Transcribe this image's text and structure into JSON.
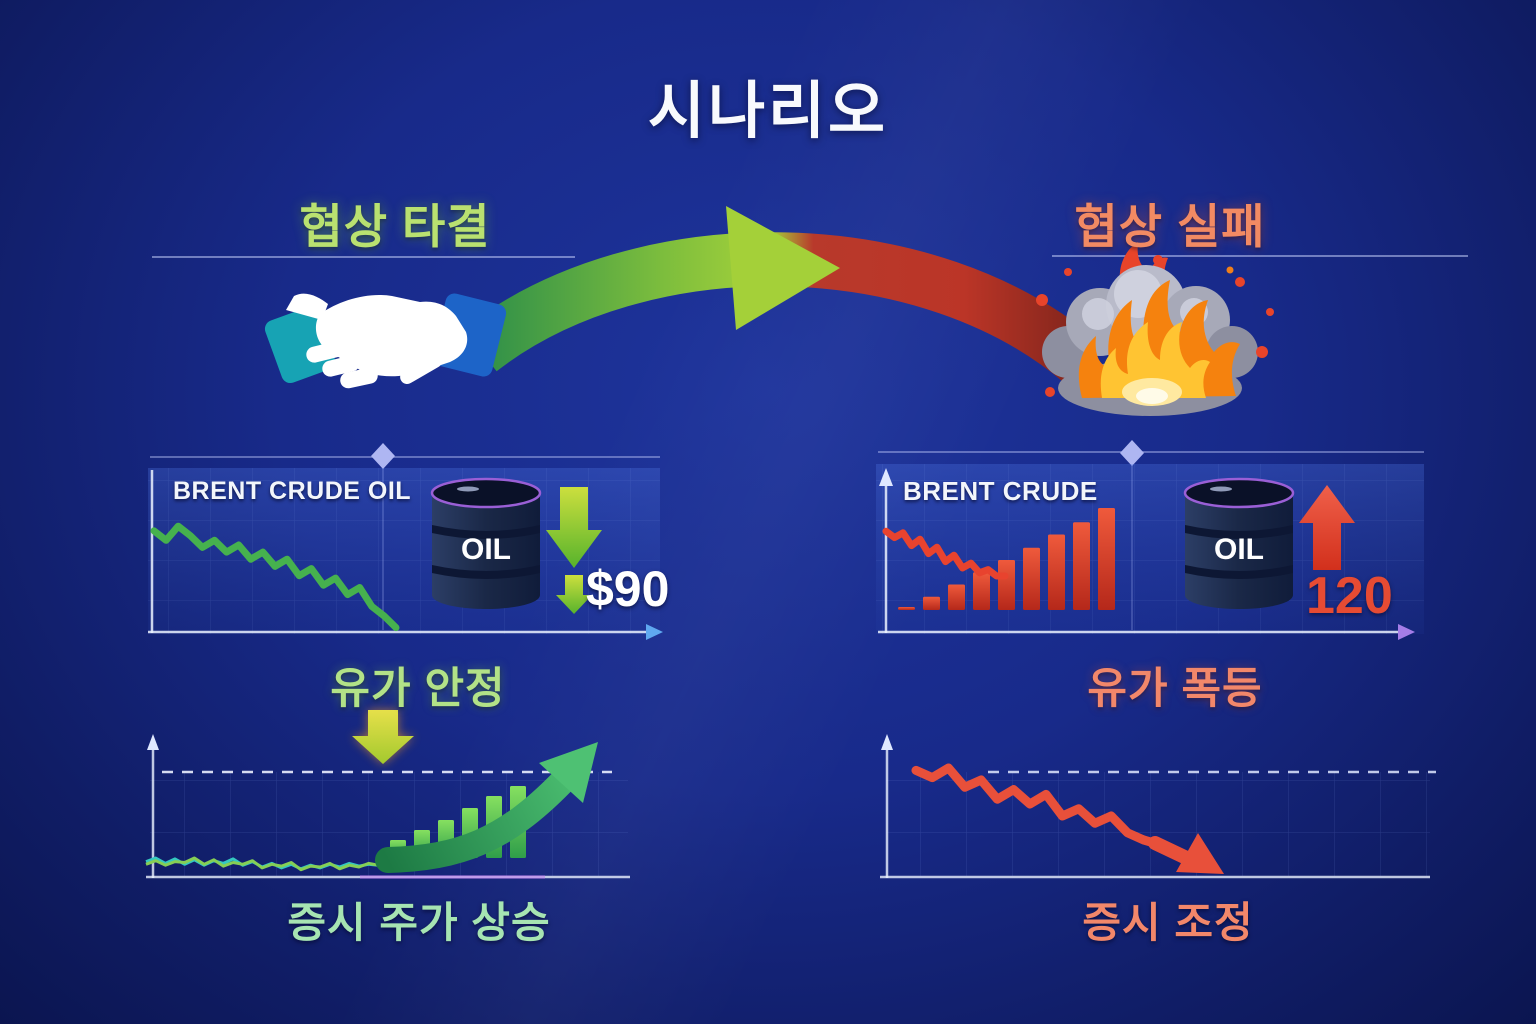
{
  "title": "시나리오",
  "left": {
    "heading": "협상 타결",
    "oil_panel": {
      "title": "BRENT CRUDE OIL",
      "barrel_label": "OIL",
      "price": "$90"
    },
    "oil_caption": "유가 안정",
    "stock_caption": "증시 주가 상승"
  },
  "right": {
    "heading": "협상 실패",
    "oil_panel": {
      "title": "BRENT CRUDE",
      "barrel_label": "OIL",
      "price": "120"
    },
    "oil_caption": "유가 폭등",
    "stock_caption": "증시 조정"
  },
  "colors": {
    "background": "#182a8a",
    "heading_green": "#b9e170",
    "heading_red": "#f28a63",
    "line_green": "#46b14e",
    "line_red": "#e8432e",
    "price_drop_value": "#ffffff",
    "price_spike_value": "#e64b33",
    "diamond": "#aeb6f2"
  },
  "charts": {
    "left_oil": {
      "type": "line",
      "title": "BRENT CRUDE OIL",
      "trend": "down",
      "values": [
        84,
        76,
        88,
        80,
        70,
        76,
        66,
        72,
        60,
        66,
        54,
        60,
        46,
        52,
        38,
        44,
        30,
        36,
        20,
        12,
        2
      ]
    },
    "right_oil_line": {
      "type": "line",
      "title": "BRENT CRUDE",
      "trend": "down",
      "values": [
        86,
        78,
        84,
        68,
        76,
        58,
        66,
        48,
        56,
        40,
        46,
        34,
        38,
        30,
        30
      ]
    },
    "right_oil_bars": {
      "type": "bar",
      "trend": "up",
      "values": [
        3,
        13,
        25,
        37,
        49,
        61,
        74,
        86,
        100
      ]
    },
    "bl_wave_teal": {
      "type": "line",
      "trend": "flat",
      "values": [
        16,
        20,
        14,
        19,
        13,
        18,
        12,
        17,
        14,
        19,
        12,
        16,
        10,
        14,
        9,
        13,
        8,
        12,
        9,
        13,
        10,
        14,
        11,
        13,
        12,
        14
      ]
    },
    "bl_wave_green": {
      "type": "line",
      "trend": "flat",
      "values": [
        13,
        17,
        12,
        16,
        15,
        20,
        13,
        18,
        11,
        15,
        13,
        17,
        9,
        13,
        11,
        15,
        7,
        11,
        10,
        14,
        8,
        12,
        10,
        14,
        12,
        16
      ]
    },
    "bl_bars": {
      "type": "bar",
      "trend": "up",
      "values": [
        18,
        28,
        38,
        50,
        62,
        72
      ]
    },
    "br_stock": {
      "type": "line",
      "trend": "down",
      "values": [
        88,
        82,
        90,
        74,
        80,
        64,
        72,
        60,
        68,
        50,
        56,
        44,
        50,
        36,
        30,
        26
      ]
    }
  }
}
